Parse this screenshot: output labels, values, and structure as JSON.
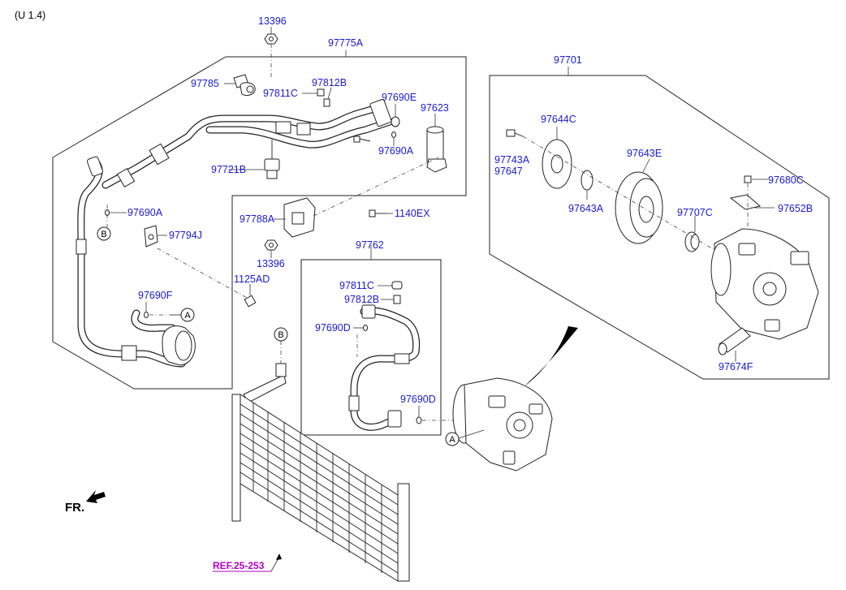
{
  "header": {
    "version": "(U 1.4)"
  },
  "direction": {
    "label": "FR."
  },
  "reference": {
    "label": "REF.25-253"
  },
  "circle_markers": {
    "a": "A",
    "b": "B"
  },
  "labels": {
    "p13396_top": "13396",
    "p97775A": "97775A",
    "p97785": "97785",
    "p97811C_top": "97811C",
    "p97812B_top": "97812B",
    "p97690E": "97690E",
    "p97623": "97623",
    "p97690A_right": "97690A",
    "p97721B": "97721B",
    "p97788A": "97788A",
    "p1140EX": "1140EX",
    "p13396_mid": "13396",
    "p97690A_left": "97690A",
    "p97794J": "97794J",
    "p1125AD": "1125AD",
    "p97690F": "97690F",
    "p97762": "97762",
    "p97811C_mid": "97811C",
    "p97812B_mid": "97812B",
    "p97690D_left": "97690D",
    "p97690D_right": "97690D",
    "p97701": "97701",
    "p97644C": "97644C",
    "p97743A": "97743A",
    "p97647": "97647",
    "p97643E": "97643E",
    "p97680C": "97680C",
    "p97652B": "97652B",
    "p97643A": "97643A",
    "p97707C": "97707C",
    "p97674F": "97674F"
  },
  "colors": {
    "part_label": "#1a1ad0",
    "reference": "#b000c0",
    "line": "#222222"
  }
}
